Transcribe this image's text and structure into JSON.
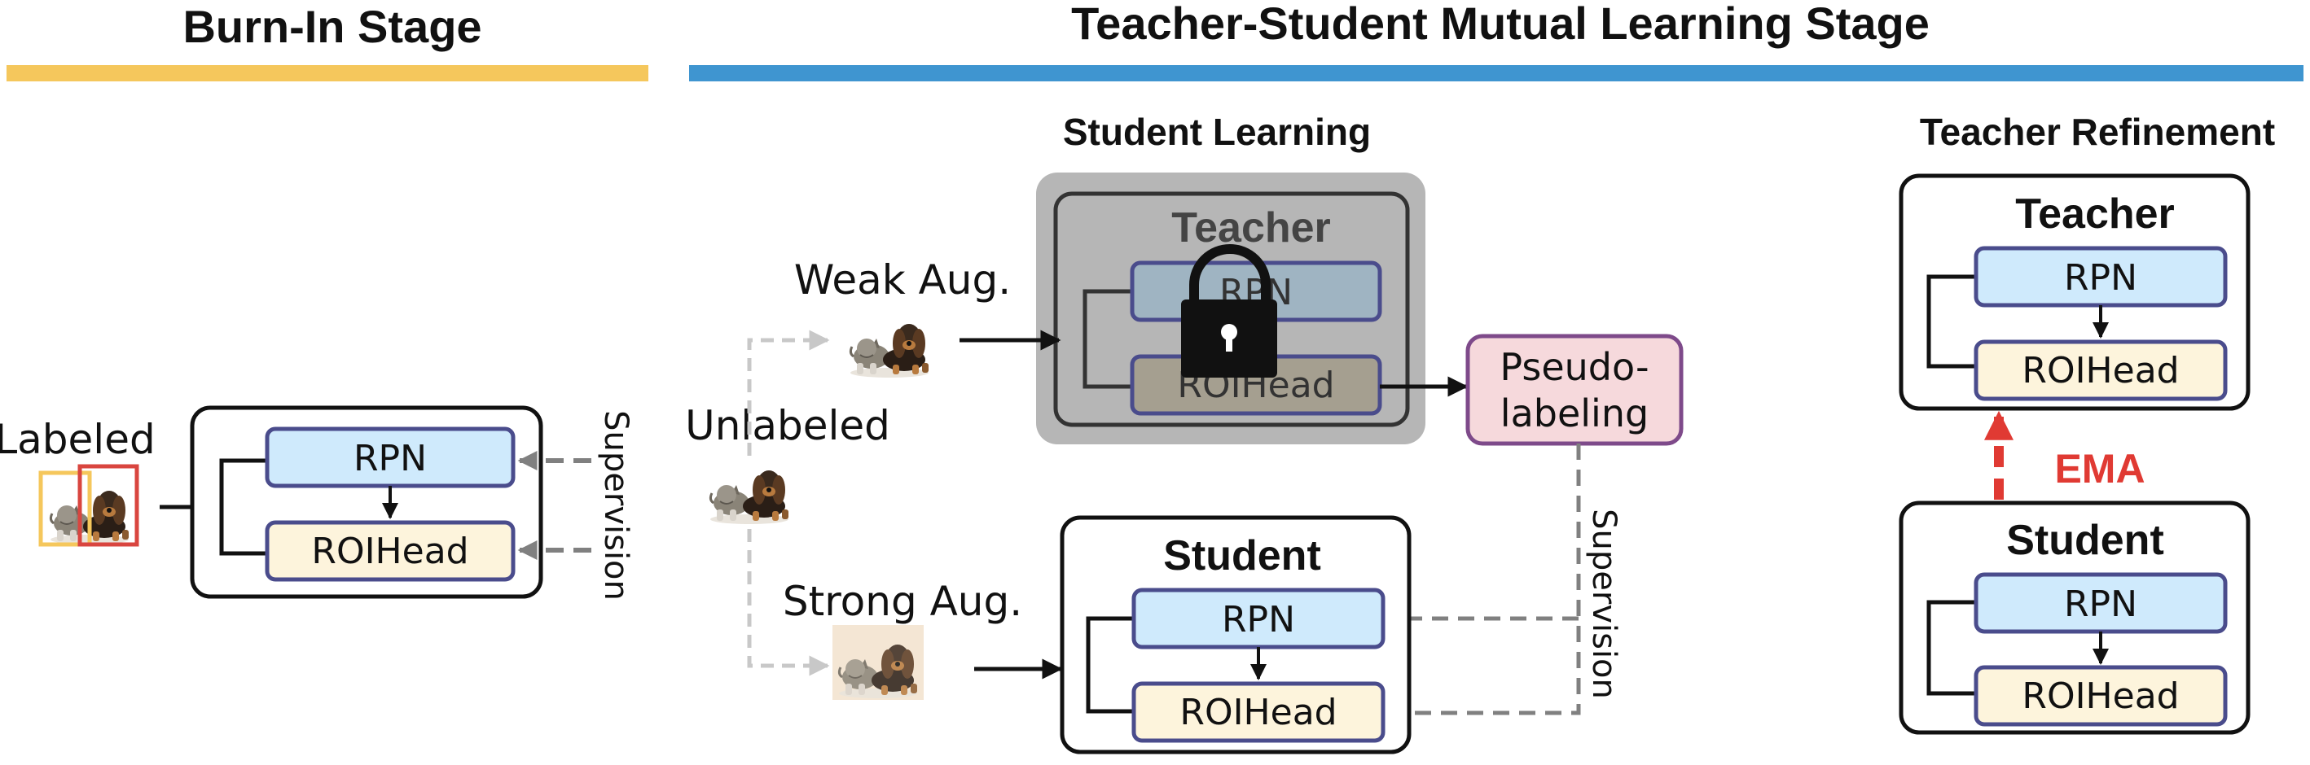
{
  "stages": {
    "burn_in": {
      "title": "Burn-In Stage",
      "color": "#f5c75c"
    },
    "mutual": {
      "title": "Teacher-Student Mutual Learning Stage",
      "color": "#3f95d0"
    }
  },
  "sections": {
    "student_learning": "Student Learning",
    "teacher_refinement": "Teacher Refinement"
  },
  "labels": {
    "labeled": "Labeled",
    "unlabeled": "Unlabeled",
    "weak_aug": "Weak Aug.",
    "strong_aug": "Strong Aug.",
    "supervision": "Supervision",
    "pseudo_line1": "Pseudo-",
    "pseudo_line2": "labeling",
    "ema": "EMA"
  },
  "modules": {
    "rpn": "RPN",
    "roihead": "ROIHead",
    "teacher": "Teacher",
    "student": "Student"
  },
  "colors": {
    "rpn_fill": "#cfeafc",
    "roi_fill": "#fdf4dc",
    "module_border": "#4a4c8c",
    "pseudo_fill": "#f6d9dc",
    "pseudo_border": "#7e4a8a",
    "frozen_bg": "#b6b6b6",
    "ema_red": "#e03a33",
    "arrow_gray": "#808080",
    "arrow_light": "#c8c8c8"
  },
  "icons": [
    "cat-dog-image",
    "lock-icon"
  ]
}
